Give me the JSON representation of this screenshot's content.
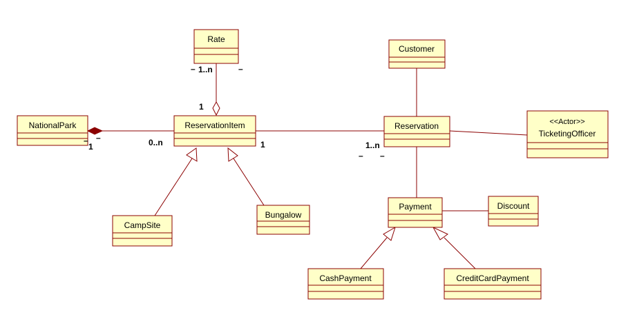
{
  "colors": {
    "box_fill": "#ffffc8",
    "line": "#8b0000",
    "text": "#000000"
  },
  "classes": {
    "rate": "Rate",
    "customer": "Customer",
    "national_park": "NationalPark",
    "reservation_item": "ReservationItem",
    "reservation": "Reservation",
    "ticketing_officer": {
      "stereotype": "<<Actor>>",
      "name": "TicketingOfficer"
    },
    "camp_site": "CampSite",
    "bungalow": "Bungalow",
    "payment": "Payment",
    "discount": "Discount",
    "cash_payment": "CashPayment",
    "credit_card_payment": "CreditCardPayment"
  },
  "multiplicities": {
    "rate_end": "1..n",
    "item_rate_end": "1",
    "park_end": "1",
    "item_park_end": "0..n",
    "item_reservation_end": "1",
    "reservation_item_end": "1..n",
    "dash": "–"
  }
}
